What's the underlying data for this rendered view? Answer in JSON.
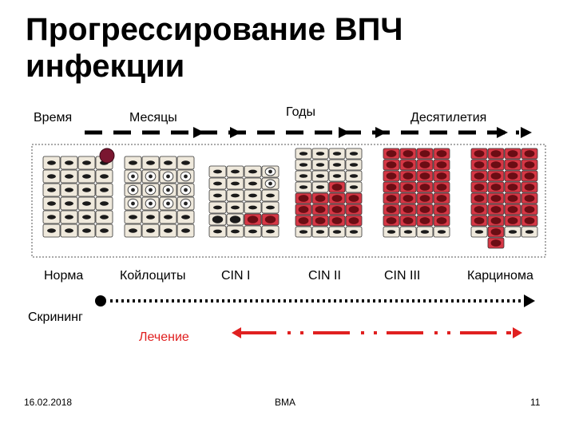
{
  "title_line1": "Прогрессирование ВПЧ",
  "title_line2": "инфекции",
  "timeline": {
    "time_label": "Время",
    "months_label": "Месяцы",
    "years_label": "Годы",
    "decades_label": "Десятилетия"
  },
  "stages": [
    "Норма",
    "Койлоциты",
    "CIN I",
    "CIN II",
    "CIN III",
    "Карцинома"
  ],
  "screening_label": "Скрининг",
  "treatment_label": "Лечение",
  "footer": {
    "date": "16.02.2018",
    "center": "BMA",
    "page": "11"
  },
  "colors": {
    "normal_cell": "#efe9dc",
    "abnormal_cell": "#d63745",
    "treatment_red": "#e02020",
    "screening_dots": "#000000"
  }
}
